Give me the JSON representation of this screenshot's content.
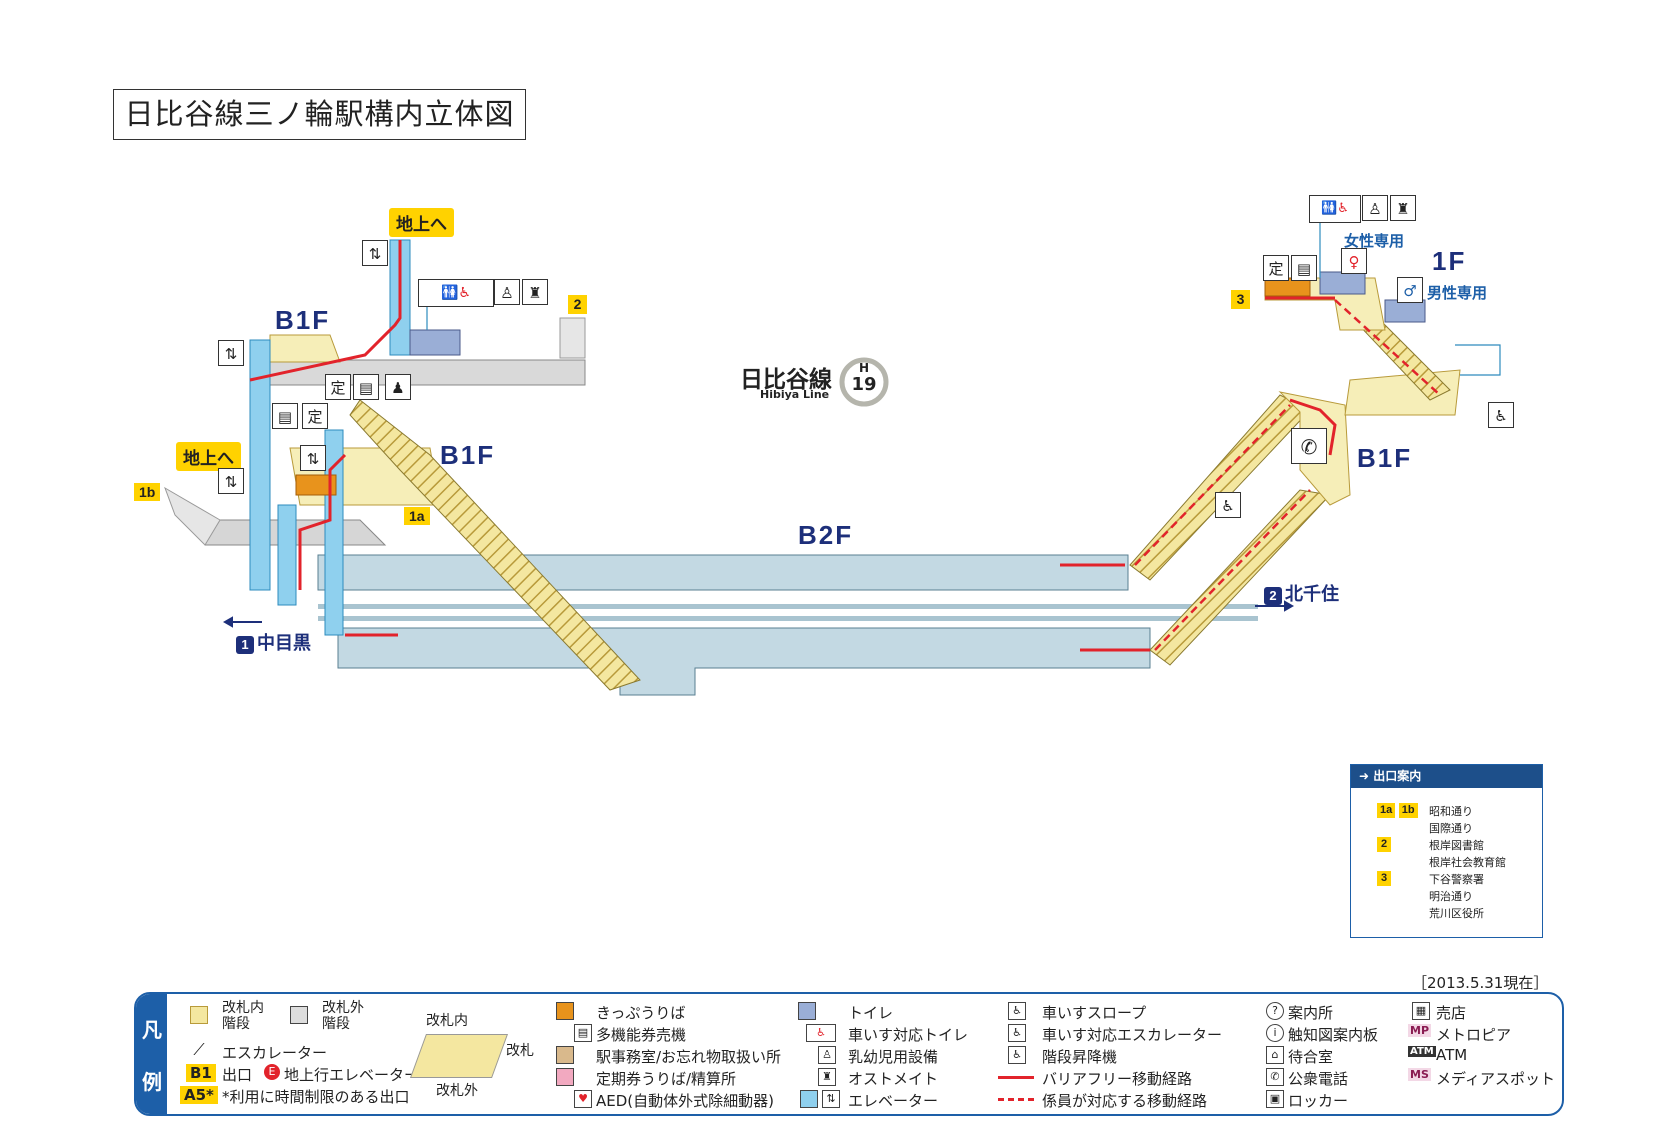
{
  "title": "日比谷線三ノ輪駅構内立体図",
  "line": {
    "name": "日比谷線",
    "name_en": "Hibiya Line",
    "letter": "H",
    "number": "19",
    "color": "#b5b5ac"
  },
  "levels": {
    "b1f_left": "B1F",
    "b1f_center": "B1F",
    "b1f_right": "B1F",
    "b2f": "B2F",
    "f1": "1F"
  },
  "map_labels": {
    "to_ground_1": "地上へ",
    "to_ground_2": "地上へ",
    "exit_1a": "1a",
    "exit_1b": "1b",
    "exit_2": "2",
    "exit_3": "3",
    "women_only": "女性専用",
    "men_only": "男性専用",
    "dir_left_num": "1",
    "dir_left": "中目黒",
    "dir_right_num": "2",
    "dir_right": "北千住"
  },
  "exit_info": {
    "header": "出口案内",
    "rows": [
      {
        "exits": [
          "1a",
          "1b"
        ],
        "places": [
          "昭和通り",
          "国際通り"
        ]
      },
      {
        "exits": [
          "2"
        ],
        "places": [
          "根岸図書館",
          "根岸社会教育館"
        ]
      },
      {
        "exits": [
          "3"
        ],
        "places": [
          "下谷警察署",
          "明治通り",
          "荒川区役所"
        ]
      }
    ]
  },
  "date": "［2013.5.31現在］",
  "legend": {
    "head_1": "凡",
    "head_2": "例",
    "stairs_in": "改札内\n階段",
    "stairs_out": "改札外\n階段",
    "escalator": "エスカレーター",
    "gate_in": "改札内",
    "gate": "改札",
    "gate_out": "改札外",
    "exit_tag": "B1",
    "exit": "出口",
    "elevator_tag": "E",
    "elevator_up": "地上行エレベーター",
    "limited_tag": "A5*",
    "limited": "*利用に時間制限のある出口",
    "ticket": "きっぷうりば",
    "multi_ticket": "多機能券売機",
    "office": "駅事務室/お忘れ物取扱い所",
    "commuter": "定期券うりば/精算所",
    "aed": "AED(自動体外式除細動器)",
    "toilet": "トイレ",
    "wheel_toilet": "車いす対応トイレ",
    "baby": "乳幼児用設備",
    "ostomate": "オストメイト",
    "elevator": "エレベーター",
    "slope": "車いすスロープ",
    "wheel_esc": "車いす対応エスカレーター",
    "stair_lift": "階段昇降機",
    "barrier_free": "バリアフリー移動経路",
    "staff_route": "係員が対応する移動経路",
    "info": "案内所",
    "tactile": "触知図案内板",
    "waiting": "待合室",
    "phone": "公衆電話",
    "locker": "ロッカー",
    "kiosk": "売店",
    "metropia_tag": "MP",
    "metropia": "メトロピア",
    "atm_tag": "ATM",
    "atm": "ATM",
    "media_tag": "MS",
    "media": "メディアスポット"
  },
  "colors": {
    "route_red": "#e2232b",
    "navy": "#1d2f7a",
    "platform": "#c3d9e3",
    "stair": "#f4e7a0",
    "concourse": "#dcdcdc",
    "elevator": "#8fd0ee",
    "ticket": "#e8931c",
    "legend_blue": "#1d5fa8"
  }
}
